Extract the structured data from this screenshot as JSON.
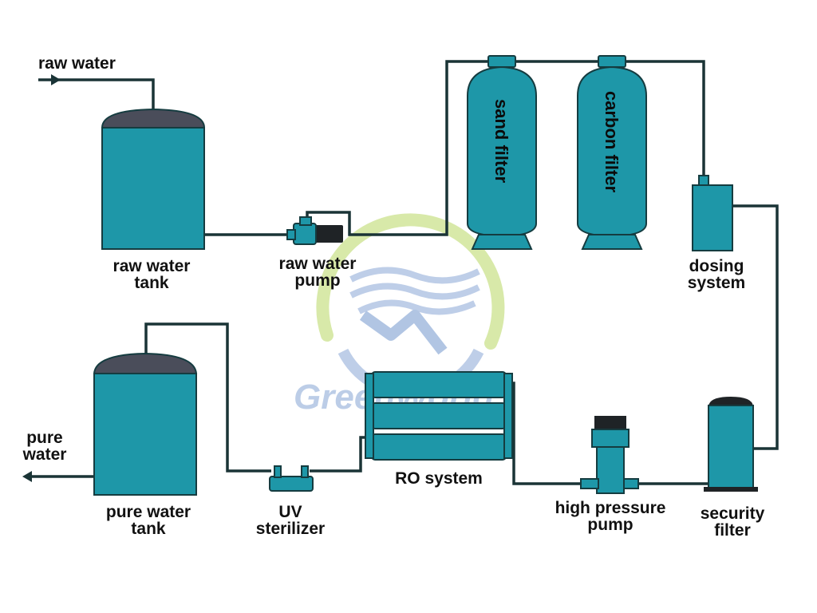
{
  "colors": {
    "equipment": "#1e97a8",
    "dome": "#4a4d5a",
    "pipe": "#1a3436",
    "watermark_green": "#d4e7a0",
    "watermark_blue": "#a9bfe0"
  },
  "labels": {
    "raw_water_in": "raw water",
    "raw_water_tank_line1": "raw water",
    "raw_water_tank_line2": "tank",
    "raw_water_pump_line1": "raw water",
    "raw_water_pump_line2": "pump",
    "sand_filter": "sand filter",
    "carbon_filter": "carbon filter",
    "dosing_line1": "dosing",
    "dosing_line2": "system",
    "security_line1": "security",
    "security_line2": "filter",
    "hp_pump_line1": "high pressure",
    "hp_pump_line2": "pump",
    "ro_system": "RO system",
    "uv_line1": "UV",
    "uv_line2": "sterilizer",
    "pure_water_tank_line1": "pure water",
    "pure_water_tank_line2": "tank",
    "pure_water_out_line1": "pure",
    "pure_water_out_line2": "water"
  },
  "watermark": {
    "text": "GreenWorld"
  }
}
